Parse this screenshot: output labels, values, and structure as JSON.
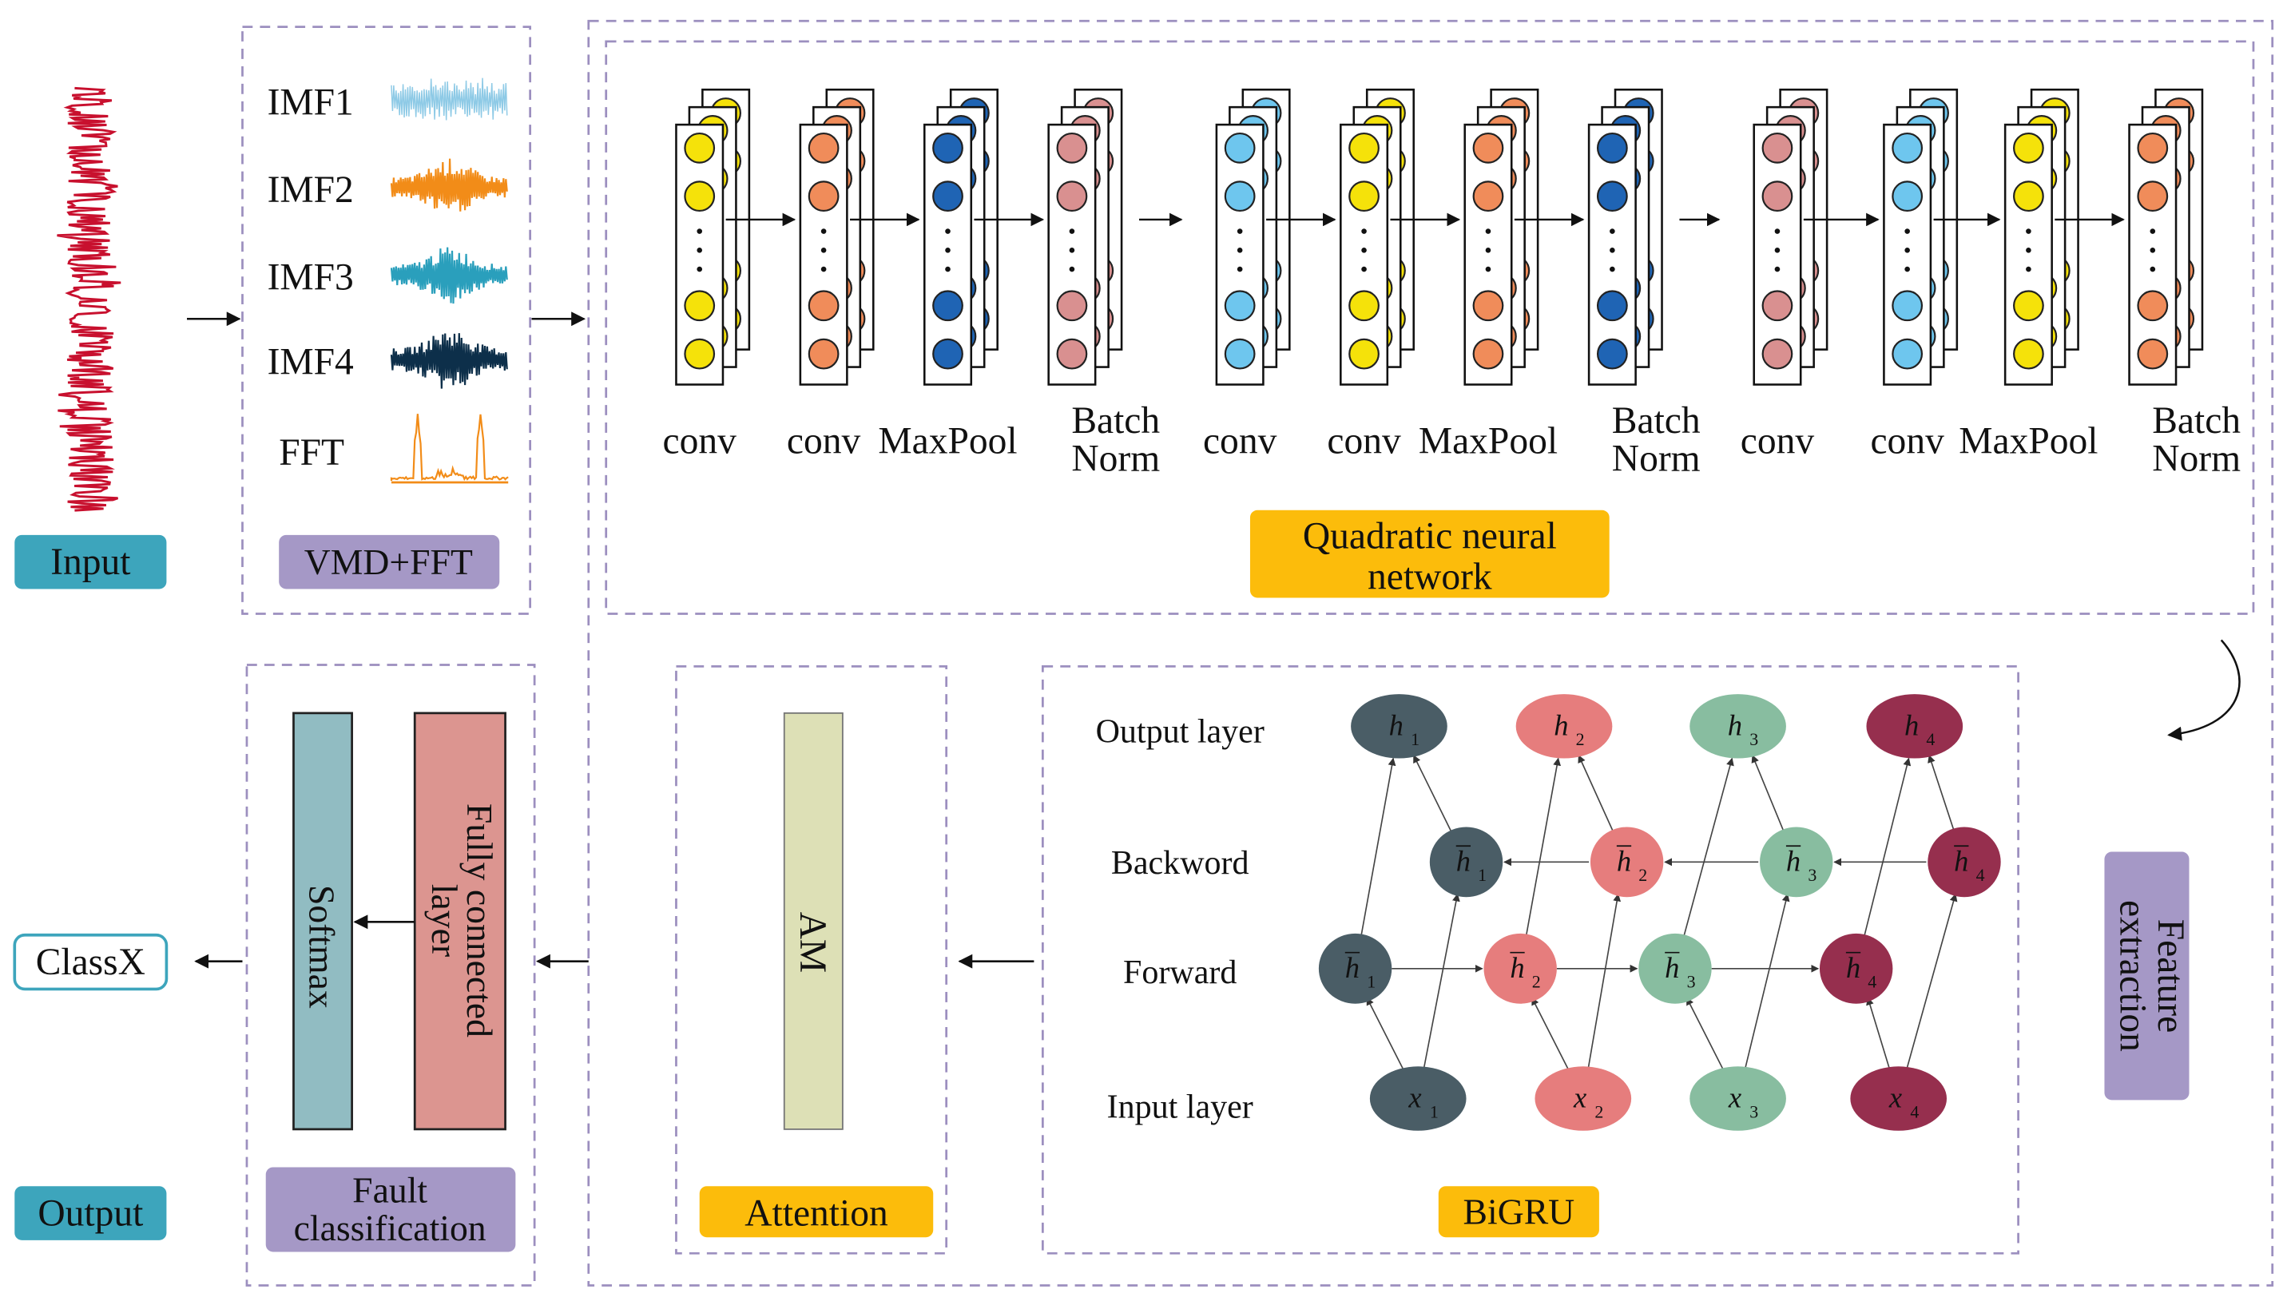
{
  "input": {
    "badge": "Input",
    "color": "#c8102e"
  },
  "vmd": {
    "badge": "VMD+FFT",
    "signals": [
      {
        "label": "IMF1",
        "color": "#8ecae6"
      },
      {
        "label": "IMF2",
        "color": "#f28c18"
      },
      {
        "label": "IMF3",
        "color": "#2a9fbc"
      },
      {
        "label": "IMF4",
        "color": "#0d2f4a"
      },
      {
        "label": "FFT",
        "color": "#f28c18"
      }
    ]
  },
  "qnn": {
    "title": "Quadratic neural network",
    "layers": [
      {
        "label": "conv",
        "color": "#f5e20a"
      },
      {
        "label": "conv",
        "color": "#f08c5a"
      },
      {
        "label": "MaxPool",
        "color": "#1f64b4"
      },
      {
        "label": "Batch Norm",
        "color": "#d99090"
      },
      {
        "label": "conv",
        "color": "#6ec6ee"
      },
      {
        "label": "conv",
        "color": "#f5e20a"
      },
      {
        "label": "MaxPool",
        "color": "#f08c5a"
      },
      {
        "label": "Batch Norm",
        "color": "#1f64b4"
      },
      {
        "label": "conv",
        "color": "#d99090"
      },
      {
        "label": "conv",
        "color": "#6ec6ee"
      },
      {
        "label": "MaxPool",
        "color": "#f5e20a"
      },
      {
        "label": "Batch Norm",
        "color": "#f08c5a"
      }
    ]
  },
  "feature_extraction": {
    "label": "Feature extraction"
  },
  "bigru": {
    "title": "BiGRU",
    "row_labels": [
      "Output layer",
      "Backword",
      "Forward",
      "Input layer"
    ],
    "colors": [
      "#4a5d66",
      "#e67d7d",
      "#88bda0",
      "#962f4e"
    ],
    "output_nodes": [
      "h1",
      "h2",
      "h3",
      "h4"
    ],
    "backward_nodes": [
      "h1",
      "h2",
      "h3",
      "h4"
    ],
    "forward_nodes": [
      "h1",
      "h2",
      "h3",
      "h4"
    ],
    "input_nodes": [
      "x1",
      "x2",
      "x3",
      "x4"
    ]
  },
  "attention": {
    "title": "Attention",
    "block": "AM"
  },
  "classification": {
    "title": "Fault classification",
    "fc": "Fully connected layer",
    "softmax": "Softmax"
  },
  "output": {
    "badge": "Output",
    "class": "ClassX"
  }
}
